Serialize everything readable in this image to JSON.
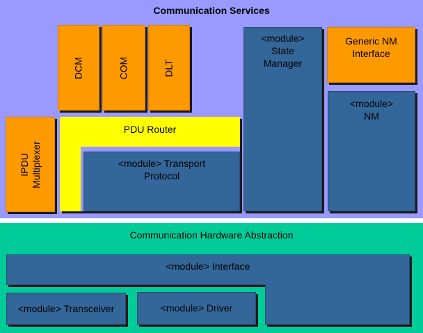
{
  "communication_services": {
    "title": "Communication Services",
    "dcm": "DCM",
    "com": "COM",
    "dlt": "DLT",
    "ipdu_line1": "IPDU",
    "ipdu_line2": "Multiplexer",
    "pdu_router": "PDU Router",
    "transport_line1": "<module> Transport",
    "transport_line2": "Protocol",
    "state_line1": "<module>",
    "state_line2": "State",
    "state_line3": "Manager",
    "generic_nm_line1": "Generic NM",
    "generic_nm_line2": "Interface",
    "nm_line1": "<module>",
    "nm_line2": "NM"
  },
  "communication_hw_abstraction": {
    "title": "Communication Hardware Abstraction",
    "interface": "<module> Interface",
    "transceiver": "<module> Transceiver",
    "driver": "<module> Driver"
  },
  "colors": {
    "services_bg": "#9999ff",
    "hw_bg": "#00cc99",
    "orange": "#ff9900",
    "blue": "#336699",
    "yellow": "#ffff00"
  }
}
